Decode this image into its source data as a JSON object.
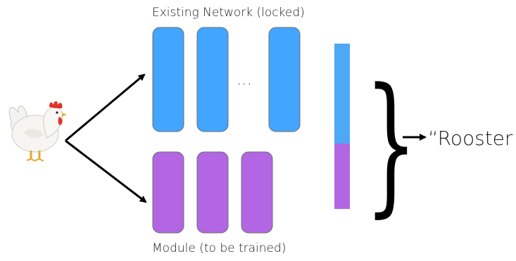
{
  "diagram": {
    "input_icon": "rooster-emoji",
    "top_label": "Existing Network (locked)",
    "bottom_label": "Module (to be trained)",
    "ellipsis": "…",
    "brace_glyph": "}",
    "output_label": "“Rooster”",
    "colors": {
      "network": "#42a5ff",
      "module": "#b266e3",
      "stroke": "#7a7a7a",
      "arrow": "#000000",
      "concat_top": "#4da9f5",
      "concat_bottom": "#b266e3"
    }
  }
}
